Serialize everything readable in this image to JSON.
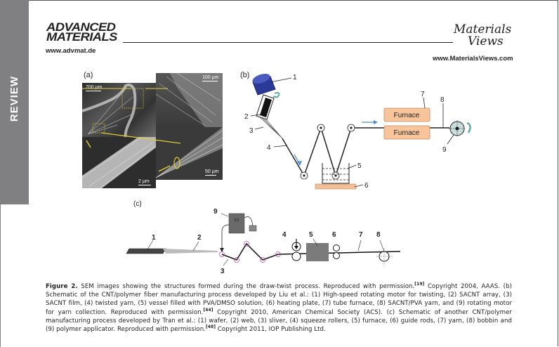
{
  "journal": {
    "name_line1": "ADVANCED",
    "name_line2": "MATERIALS",
    "url": "www.advmat.de",
    "section": "REVIEW"
  },
  "publisher": {
    "logo_line1": "Materials",
    "logo_line2": "Views",
    "url": "www.MaterialsViews.com"
  },
  "figure": {
    "panel_a": {
      "label": "(a)",
      "scale_bars": [
        "200 µm",
        "100 µm",
        "50 µm",
        "2 µm"
      ]
    },
    "panel_b": {
      "label": "(b)",
      "callouts": [
        "1",
        "2",
        "3",
        "4",
        "5",
        "6",
        "7",
        "8",
        "9"
      ],
      "furnace_top": "Furnace",
      "furnace_bottom": "Furnace"
    },
    "panel_c": {
      "label": "(c)",
      "callouts": [
        "1",
        "2",
        "3",
        "4",
        "5",
        "6",
        "7",
        "8",
        "9"
      ]
    }
  },
  "caption": {
    "label": "Figure 2.",
    "seg1": " SEM images showing the structures formed during the draw-twist process. Reproduced with permission.",
    "ref1": "[19]",
    "seg2": " Copyright 2004, AAAS. (b) Schematic of the CNT/polymer fiber manufacturing process developed by Liu et al.: (1) High-speed rotating motor for twisting, (2) SACNT array, (3) SACNT film, (4) twisted yarn, (5) vessel filled with PVA/DMSO solution, (6) heating plate, (7) tube furnace, (8) SACNT/PVA yarn, and (9) rotating motor for yarn collection. Reproduced with permission.",
    "ref2": "[44]",
    "seg3": " Copyright 2010, American Chemical Society (ACS). (c) Schematic of another CNT/polymer manufacturing process developed by Tran et al.: (1) wafer, (2) web, (3) sliver, (4) squeeze rollers, (5) furnace, (6) guide rods, (7) yarn, (8) bobbin and (9) polymer applicator. Reproduced with permission.",
    "ref3": "[48]",
    "seg4": " Copyright 2011, IOP Publishing Ltd."
  }
}
